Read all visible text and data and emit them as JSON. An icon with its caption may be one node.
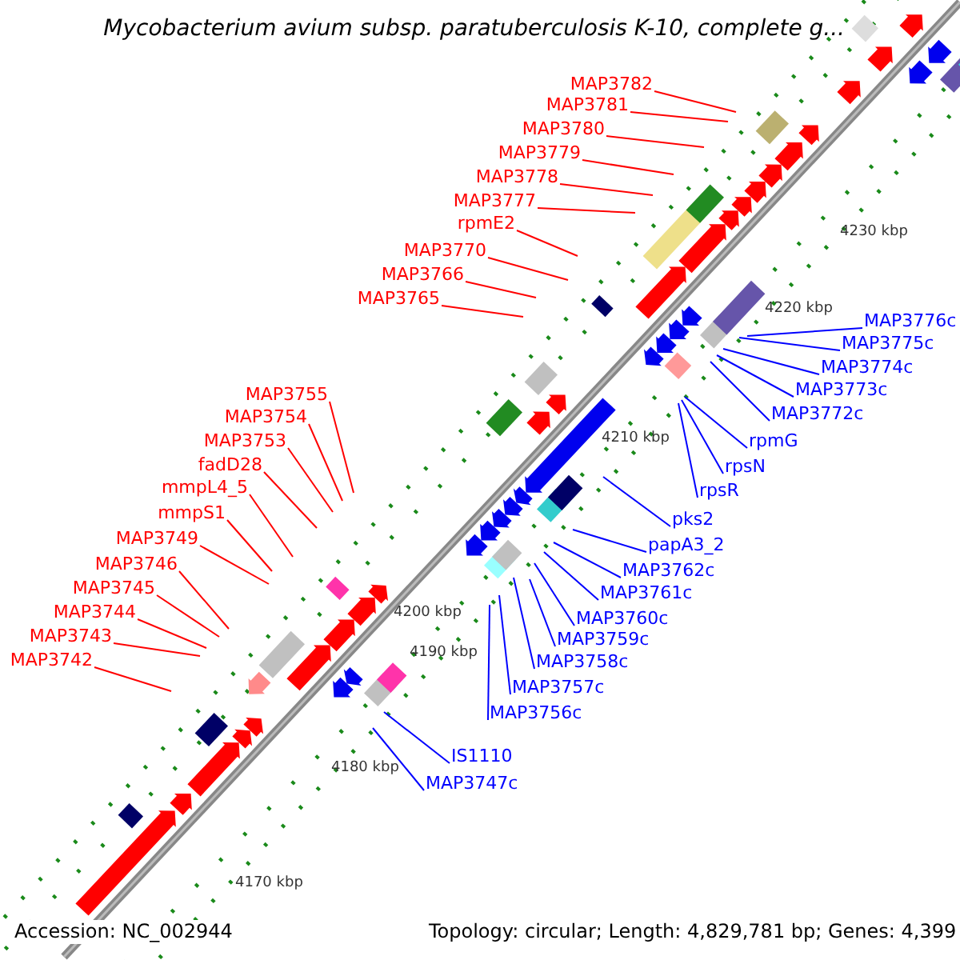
{
  "diagram": {
    "title": "Mycobacterium avium subsp. paratuberculosis K-10, complete g...",
    "nodes": [
      {
        "text": [
          "MAP3782"
        ]
      },
      {
        "text": [
          "MAP3781"
        ]
      },
      {
        "text": [
          "MAP3780"
        ]
      },
      {
        "text": [
          "MAP3779"
        ]
      },
      {
        "text": [
          "MAP3778"
        ]
      },
      {
        "text": [
          "MAP3777"
        ]
      },
      {
        "text": [
          "rpmE2"
        ]
      },
      {
        "text": [
          "MAP3770"
        ]
      },
      {
        "text": [
          "MAP3766"
        ]
      },
      {
        "text": [
          "MAP3765"
        ]
      },
      {
        "text": [
          "MAP3755"
        ]
      },
      {
        "text": [
          "MAP3754"
        ]
      },
      {
        "text": [
          "MAP3753"
        ]
      },
      {
        "text": [
          "fadD28"
        ]
      },
      {
        "text": [
          "mmpL4_5"
        ]
      },
      {
        "text": [
          "mmpS1"
        ]
      },
      {
        "text": [
          "MAP3749"
        ]
      },
      {
        "text": [
          "MAP3746"
        ]
      },
      {
        "text": [
          "MAP3745"
        ]
      },
      {
        "text": [
          "MAP3744"
        ]
      },
      {
        "text": [
          "MAP3743"
        ]
      },
      {
        "text": [
          "MAP3742"
        ]
      },
      {
        "text": [
          "MAP3776c"
        ]
      },
      {
        "text": [
          "MAP3775c"
        ]
      },
      {
        "text": [
          "MAP3774c"
        ]
      },
      {
        "text": [
          "MAP3773c"
        ]
      },
      {
        "text": [
          "MAP3772c"
        ]
      },
      {
        "text": [
          "rpmG"
        ]
      },
      {
        "text": [
          "rpsN"
        ]
      },
      {
        "text": [
          "rpsR"
        ]
      },
      {
        "text": [
          "pks2"
        ]
      },
      {
        "text": [
          "papA3_2"
        ]
      },
      {
        "text": [
          "MAP3762c"
        ]
      },
      {
        "text": [
          "MAP3761c"
        ]
      },
      {
        "text": [
          "MAP3760c"
        ]
      },
      {
        "text": [
          "MAP3759c"
        ]
      },
      {
        "text": [
          "MAP3758c"
        ]
      },
      {
        "text": [
          "MAP3757c"
        ]
      },
      {
        "text": [
          "MAP3756c"
        ]
      },
      {
        "text": [
          "IS1110"
        ]
      },
      {
        "text": [
          "MAP3747c"
        ]
      }
    ],
    "edges": [
      {
        "from": 0,
        "to": null,
        "arrow": "none"
      },
      {
        "from": 1,
        "to": null,
        "arrow": "none"
      },
      {
        "from": 2,
        "to": null,
        "arrow": "none"
      },
      {
        "from": 3,
        "to": null,
        "arrow": "none"
      },
      {
        "from": 4,
        "to": null,
        "arrow": "none"
      },
      {
        "from": 5,
        "to": null,
        "arrow": "none"
      },
      {
        "from": 6,
        "to": null,
        "arrow": "none"
      },
      {
        "from": 7,
        "to": null,
        "arrow": "none"
      },
      {
        "from": 8,
        "to": null,
        "arrow": "none"
      },
      {
        "from": 9,
        "to": null,
        "arrow": "none"
      },
      {
        "from": 10,
        "to": null,
        "arrow": "none"
      },
      {
        "from": 11,
        "to": null,
        "arrow": "none"
      },
      {
        "from": 12,
        "to": null,
        "arrow": "none"
      },
      {
        "from": 13,
        "to": null,
        "arrow": "none"
      },
      {
        "from": 14,
        "to": null,
        "arrow": "none"
      },
      {
        "from": 15,
        "to": null,
        "arrow": "none"
      },
      {
        "from": 16,
        "to": null,
        "arrow": "none"
      },
      {
        "from": 17,
        "to": null,
        "arrow": "none"
      },
      {
        "from": 18,
        "to": null,
        "arrow": "none"
      },
      {
        "from": 19,
        "to": null,
        "arrow": "none"
      },
      {
        "from": 20,
        "to": null,
        "arrow": "none"
      },
      {
        "from": 21,
        "to": null,
        "arrow": "none"
      },
      {
        "from": 22,
        "to": null,
        "arrow": "none",
        "color": "#0000ff"
      },
      {
        "from": 23,
        "to": null,
        "arrow": "none",
        "color": "#0000ff"
      },
      {
        "from": 24,
        "to": null,
        "arrow": "none",
        "color": "#0000ff"
      },
      {
        "from": 25,
        "to": null,
        "arrow": "none",
        "color": "#0000ff"
      },
      {
        "from": 26,
        "to": null,
        "arrow": "none",
        "color": "#0000ff"
      },
      {
        "from": 27,
        "to": null,
        "arrow": "none",
        "color": "#0000ff"
      },
      {
        "from": 28,
        "to": null,
        "arrow": "none",
        "color": "#0000ff"
      },
      {
        "from": 29,
        "to": null,
        "arrow": "none",
        "color": "#0000ff"
      },
      {
        "from": 30,
        "to": null,
        "arrow": "none",
        "color": "#0000ff"
      },
      {
        "from": 31,
        "to": null,
        "arrow": "none",
        "color": "#0000ff"
      },
      {
        "from": 32,
        "to": null,
        "arrow": "none",
        "color": "#0000ff"
      },
      {
        "from": 33,
        "to": null,
        "arrow": "none",
        "color": "#0000ff"
      },
      {
        "from": 34,
        "to": null,
        "arrow": "none",
        "color": "#0000ff"
      },
      {
        "from": 35,
        "to": null,
        "arrow": "none",
        "color": "#0000ff"
      },
      {
        "from": 36,
        "to": null,
        "arrow": "none",
        "color": "#0000ff"
      },
      {
        "from": 37,
        "to": null,
        "arrow": "none",
        "color": "#0000ff"
      },
      {
        "from": 38,
        "to": null,
        "arrow": "none",
        "color": "#0000ff"
      },
      {
        "from": 39,
        "to": null,
        "arrow": "none",
        "color": "#0000ff"
      },
      {
        "from": 40,
        "to": null,
        "arrow": "none",
        "color": "#0000ff"
      }
    ],
    "labels": [
      "4230 kbp",
      "4220 kbp",
      "4210 kbp",
      "4200 kbp",
      "4190 kbp",
      "4180 kbp",
      "4170 kbp",
      "Accession: NC_002944",
      "Topology: circular; Length: 4,829,781 bp; Genes: 4,399"
    ]
  }
}
